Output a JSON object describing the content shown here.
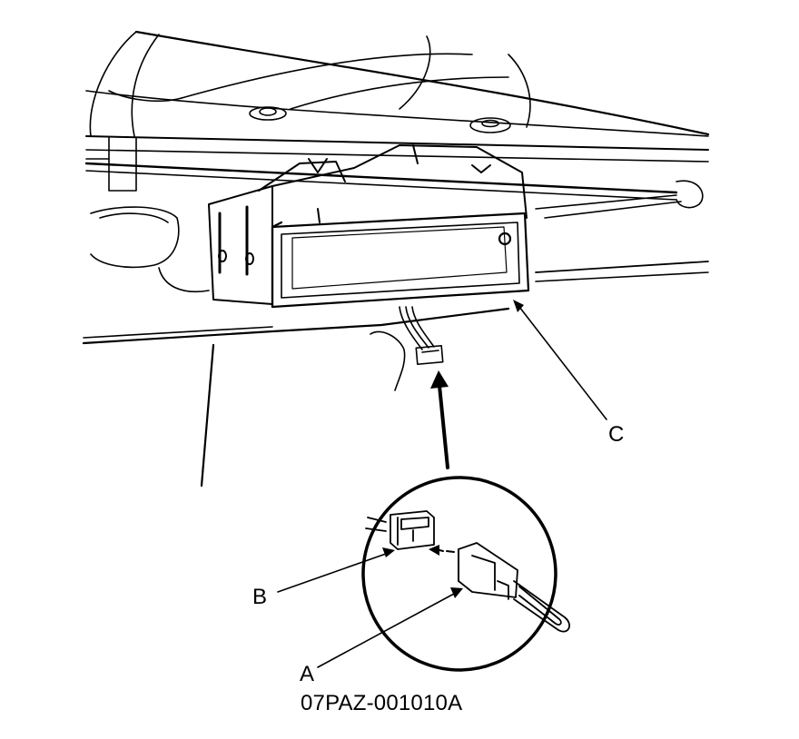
{
  "callouts": {
    "a": "A",
    "b": "B",
    "c": "C"
  },
  "figure_id": "07PAZ-001010A",
  "colors": {
    "line": "#000000",
    "background": "#ffffff"
  }
}
